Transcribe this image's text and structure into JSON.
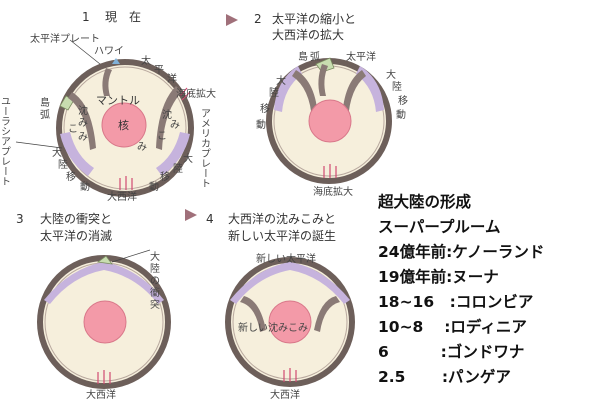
{
  "panels": [
    {
      "number": "1",
      "title": [
        "現　在"
      ],
      "labels": {
        "pacific_plate": "太平洋プレート",
        "hawaii": "ハワイ",
        "pacific": [
          "太",
          "平",
          "洋"
        ],
        "seafloor_spread": "海底拡大",
        "mantle": "マントル",
        "core": "核",
        "island_arc": [
          "島",
          "弧"
        ],
        "sinking_left": [
          "沈",
          "み",
          "こ",
          "み"
        ],
        "sinking_right": [
          "沈",
          "み",
          "こ",
          "み"
        ],
        "continent_move_left": [
          "大",
          "陸",
          "移",
          "動"
        ],
        "continent_move_right": [
          "大",
          "陸",
          "移",
          "動"
        ],
        "atlantic": "大西洋",
        "eurasian_plate": "ユーラシアプレート",
        "american_plate": "アメリカプレート"
      }
    },
    {
      "number": "2",
      "title": [
        "太平洋の縮小と",
        "大西洋の拡大"
      ],
      "labels": {
        "island_arc": [
          "島",
          "弧"
        ],
        "pacific": "太平洋",
        "continent_move_left": [
          "大",
          "陸",
          "移",
          "動"
        ],
        "continent_move_right": [
          "大",
          "陸",
          "移",
          "動"
        ],
        "seafloor_spread": "海底拡大"
      }
    },
    {
      "number": "3",
      "title": [
        "大陸の衝突と",
        "太平洋の消滅"
      ],
      "labels": {
        "continent_collision": [
          "大",
          "陸",
          "の",
          "衝",
          "突"
        ],
        "atlantic": "大西洋"
      }
    },
    {
      "number": "4",
      "title": [
        "大西洋の沈みこみと",
        "新しい太平洋の誕生"
      ],
      "labels": {
        "new_pacific": "新しい太平洋",
        "new_sinking": "新しい沈みこみ",
        "atlantic": "大西洋"
      }
    }
  ],
  "legend": {
    "lines": [
      "超大陸の形成",
      "スーパープルーム",
      "24億年前:ケノーランド",
      "19億年前:ヌーナ",
      "18~16　:コロンビア",
      "10~8　 :ロディニア",
      "6　　　 :ゴンドワナ",
      "2.5　　 :パンゲア"
    ]
  },
  "colors": {
    "mantle": "#f6efdc",
    "core": "#f39aa8",
    "core_stroke": "#d9788a",
    "crust": "#6d5f5a",
    "plate": "#8a7a76",
    "ocean_green": "#c8ddb0",
    "continent_purple": "#c6b3dd",
    "upwelling": "#d04a72",
    "arrow": "#a0707a"
  },
  "icons": [
    "next-arrow-icon",
    "next-arrow-icon"
  ]
}
